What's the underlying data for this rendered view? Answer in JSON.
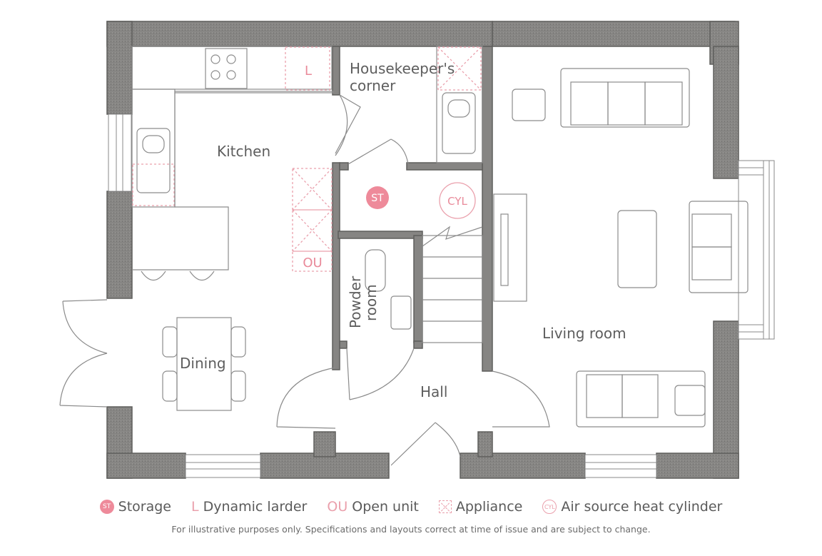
{
  "rooms": {
    "kitchen": "Kitchen",
    "housekeeper_line1": "Housekeeper's",
    "housekeeper_line2": "corner",
    "powder_line1": "Powder",
    "powder_line2": "room",
    "dining": "Dining",
    "hall": "Hall",
    "living": "Living room"
  },
  "markers": {
    "storage": "ST",
    "cylinder": "CYL",
    "larder": "L",
    "open_unit": "OU"
  },
  "legend": {
    "storage_symbol": "ST",
    "storage": "Storage",
    "larder_symbol": "L",
    "larder": "Dynamic larder",
    "open_unit_symbol": "OU",
    "open_unit": "Open unit",
    "appliance": "Appliance",
    "cylinder_symbol": "CYL",
    "cylinder": "Air source heat cylinder"
  },
  "disclaimer": "For illustrative purposes only. Specifications and layouts correct at time of issue and are subject to change.",
  "colors": {
    "wall": "#868583",
    "accent_pink": "#ee8a9a",
    "text": "#5e5e5e"
  }
}
